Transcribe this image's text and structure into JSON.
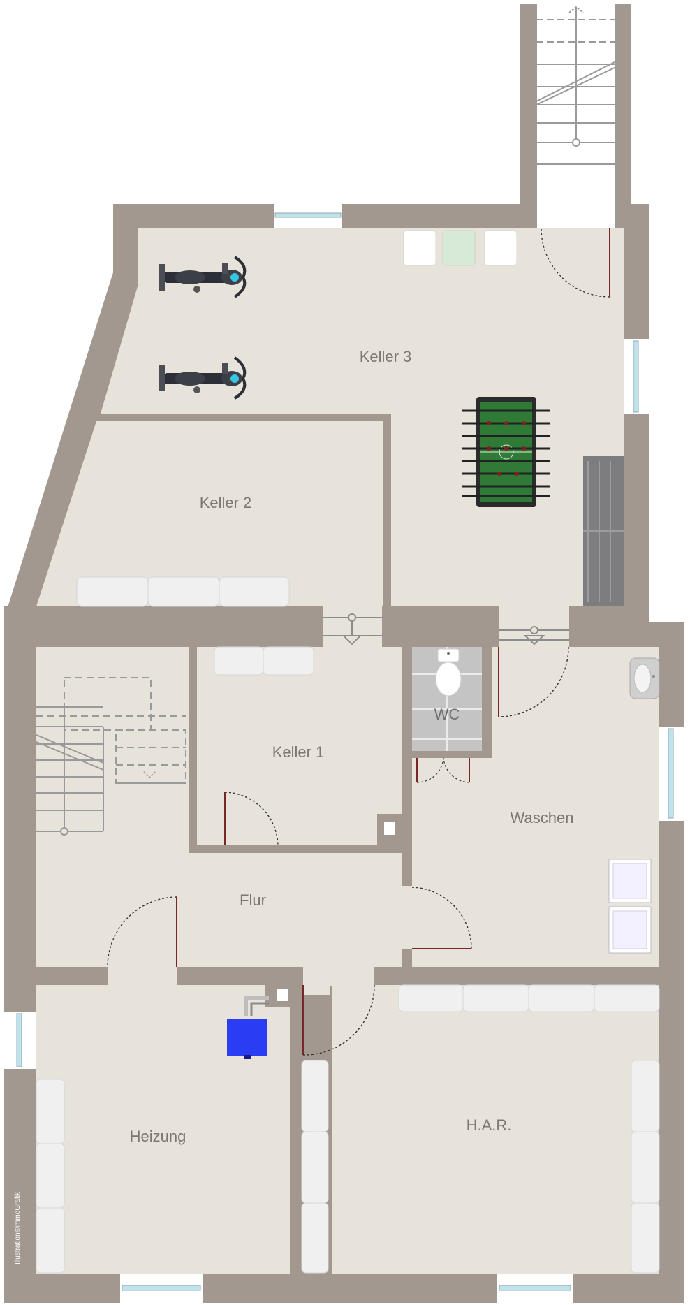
{
  "floor_plan": {
    "rooms": [
      {
        "id": "keller3",
        "label": "Keller 3"
      },
      {
        "id": "keller2",
        "label": "Keller 2"
      },
      {
        "id": "keller1",
        "label": "Keller 1"
      },
      {
        "id": "wc",
        "label": "WC"
      },
      {
        "id": "waschen",
        "label": "Waschen"
      },
      {
        "id": "flur",
        "label": "Flur"
      },
      {
        "id": "heizung",
        "label": "Heizung"
      },
      {
        "id": "har",
        "label": "H.A.R."
      }
    ],
    "credit": "Illustration©immoGrafik"
  },
  "colors": {
    "wall": "#a39890",
    "floor": "#e7e3da",
    "tile_floor": "#c4c4c4",
    "door_leaf": "#7a2626",
    "window_glass": "#bfe3ec",
    "boiler": "#2b3df2",
    "foosball_field": "#2f7a37"
  }
}
